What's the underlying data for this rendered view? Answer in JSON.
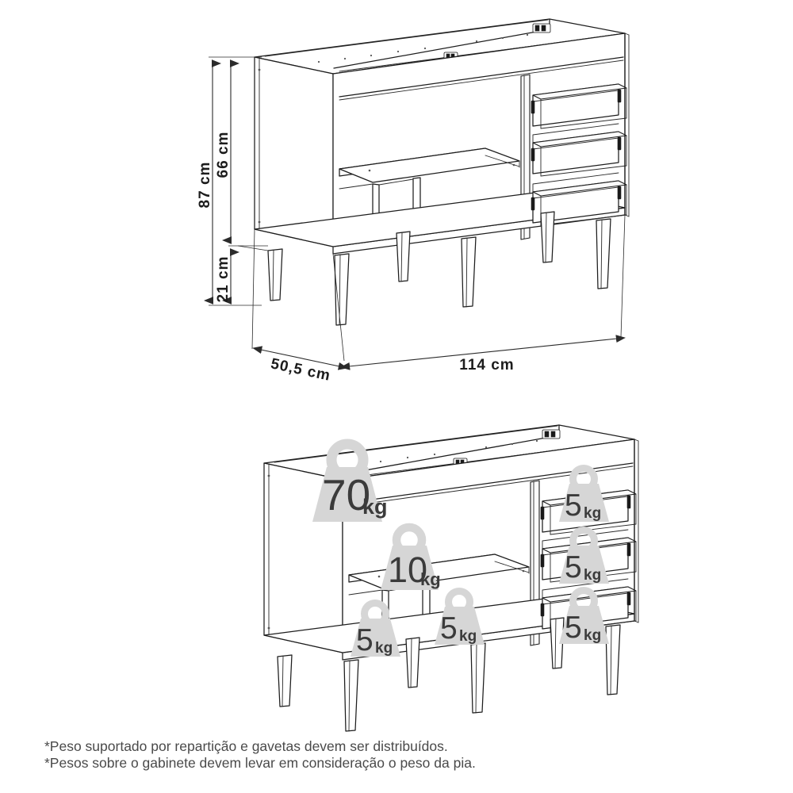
{
  "document": {
    "title": "Gabinete de pia - desenho técnico",
    "unit": "cm"
  },
  "dimensions": {
    "total_height": "87  cm",
    "body_height": "66  cm",
    "leg_height": "21  cm",
    "depth": "50,5  cm",
    "width": "114  cm"
  },
  "figures": [
    {
      "id": "figure-dimensions",
      "caption_visible": false,
      "description": "Vista isométrica do gabinete com cotas"
    },
    {
      "id": "figure-loads",
      "caption_visible": false,
      "description": "Vista isométrica do gabinete com pesos suportados"
    }
  ],
  "load_badges": [
    {
      "id": "load-countertop",
      "value": "70",
      "unit": "kg",
      "location": "tampo / pia"
    },
    {
      "id": "load-shelf",
      "value": "10",
      "unit": "kg",
      "location": "prateleira central"
    },
    {
      "id": "load-lower-left",
      "value": "5",
      "unit": "kg",
      "location": "repartição inferior esquerda"
    },
    {
      "id": "load-lower-center",
      "value": "5",
      "unit": "kg",
      "location": "repartição inferior central"
    },
    {
      "id": "load-drawer-top",
      "value": "5",
      "unit": "kg",
      "location": "gaveta superior"
    },
    {
      "id": "load-drawer-middle",
      "value": "5",
      "unit": "kg",
      "location": "gaveta do meio"
    },
    {
      "id": "load-drawer-bottom",
      "value": "5",
      "unit": "kg",
      "location": "gaveta inferior"
    }
  ],
  "notes": {
    "line1": "*Peso suportado por repartição e gavetas devem ser distribuídos.",
    "line2": "*Pesos sobre o gabinete devem levar em consideração o peso da pia."
  },
  "colors": {
    "line": "#1d1d1d",
    "badge_fill": "#d6d6d6",
    "badge_text": "#3b3b3b",
    "note_text": "#4a4a4a",
    "background": "#ffffff"
  }
}
